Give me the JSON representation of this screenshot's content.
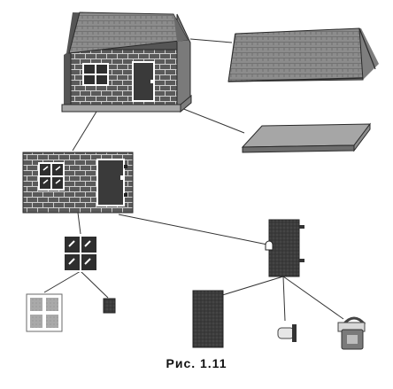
{
  "figure": {
    "caption": "Рис. 1.11"
  },
  "palette": {
    "brick": "#5a5a5a",
    "mortar": "#cfcfcf",
    "roof": "#8a8a8a",
    "roof_lines": "#5e5e5e",
    "foundation": "#a6a6a6",
    "outline": "#2a2a2a",
    "window_frame": "#ffffff",
    "door": "#3a3a3a",
    "connector": "#333333"
  },
  "nodes": [
    {
      "name": "house",
      "label": ""
    },
    {
      "name": "roof",
      "label": ""
    },
    {
      "name": "foundation",
      "label": ""
    },
    {
      "name": "wall",
      "label": ""
    },
    {
      "name": "window",
      "label": ""
    },
    {
      "name": "door-assembly",
      "label": ""
    },
    {
      "name": "window-frame",
      "label": ""
    },
    {
      "name": "window-handle",
      "label": ""
    },
    {
      "name": "door-panel",
      "label": ""
    },
    {
      "name": "door-knob",
      "label": ""
    },
    {
      "name": "padlock",
      "label": ""
    }
  ],
  "edges": [
    {
      "from": "house",
      "to": "roof"
    },
    {
      "from": "house",
      "to": "foundation"
    },
    {
      "from": "house",
      "to": "wall"
    },
    {
      "from": "wall",
      "to": "window"
    },
    {
      "from": "wall",
      "to": "door-assembly"
    },
    {
      "from": "window",
      "to": "window-frame"
    },
    {
      "from": "window",
      "to": "window-handle"
    },
    {
      "from": "door-assembly",
      "to": "door-panel"
    },
    {
      "from": "door-assembly",
      "to": "door-knob"
    },
    {
      "from": "door-assembly",
      "to": "padlock"
    }
  ]
}
